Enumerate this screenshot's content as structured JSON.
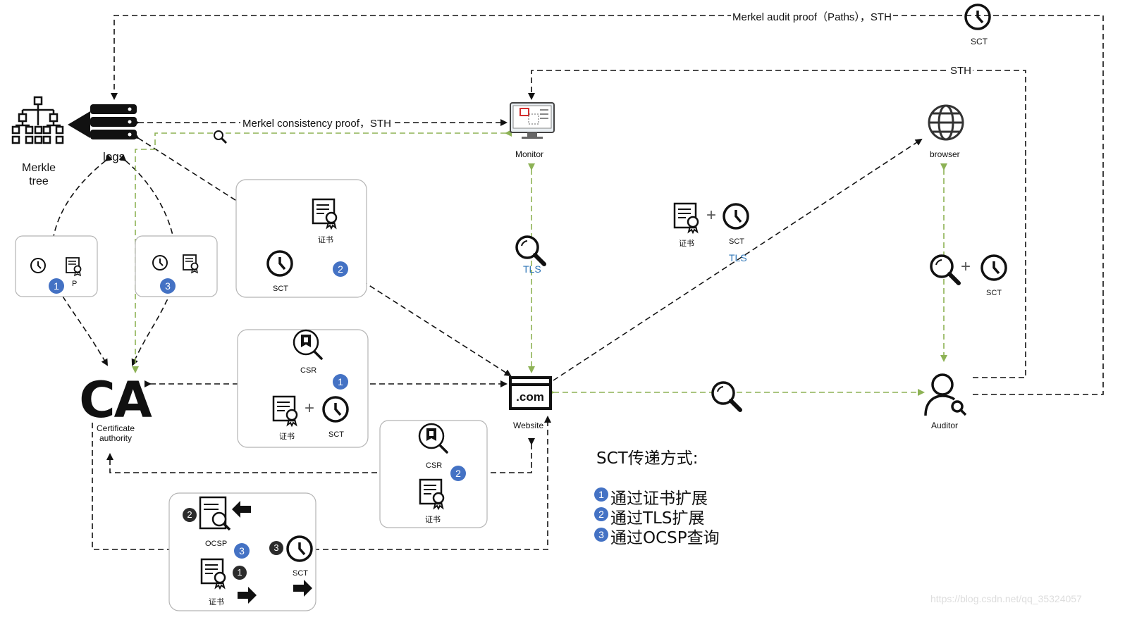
{
  "nodes": {
    "merkle_tree": "Merkle\ntree",
    "logs": "logs",
    "monitor": "Monitor",
    "browser": "browser",
    "ca_logo": "CA",
    "ca": "Certificate\nauthority",
    "website": "Website",
    "website_logo": ".com",
    "auditor": "Auditor"
  },
  "edges": {
    "audit_proof": "Merkel audit proof（Paths），STH",
    "sth": "STH",
    "consistency_proof": "Merkel consistency proof，STH"
  },
  "labels": {
    "sct": "SCT",
    "cert": "证书",
    "csr": "CSR",
    "ocsp": "OCSP",
    "p": "P",
    "tls": "TLS",
    "plus": "+"
  },
  "numbers": {
    "one": "1",
    "two": "2",
    "three": "3"
  },
  "legend": {
    "title": "SCT传递方式:",
    "items": [
      {
        "num": "1",
        "text": "通过证书扩展"
      },
      {
        "num": "2",
        "text": "通过TLS扩展"
      },
      {
        "num": "3",
        "text": "通过OCSP查询"
      }
    ]
  },
  "watermark": "https://blog.csdn.net/qq_35324057",
  "colors": {
    "blue_badge": "#4472c4",
    "dark_badge": "#2b2b2b",
    "green_dash": "#8db255",
    "black_dash": "#111111",
    "tls_text": "#2e75b6"
  },
  "icons": [
    "merkle-tree-icon",
    "server-icon",
    "monitor-icon",
    "globe-icon",
    "website-icon",
    "auditor-icon",
    "clock-icon",
    "certificate-icon",
    "magnifier-icon",
    "csr-icon",
    "arrow-icon"
  ]
}
